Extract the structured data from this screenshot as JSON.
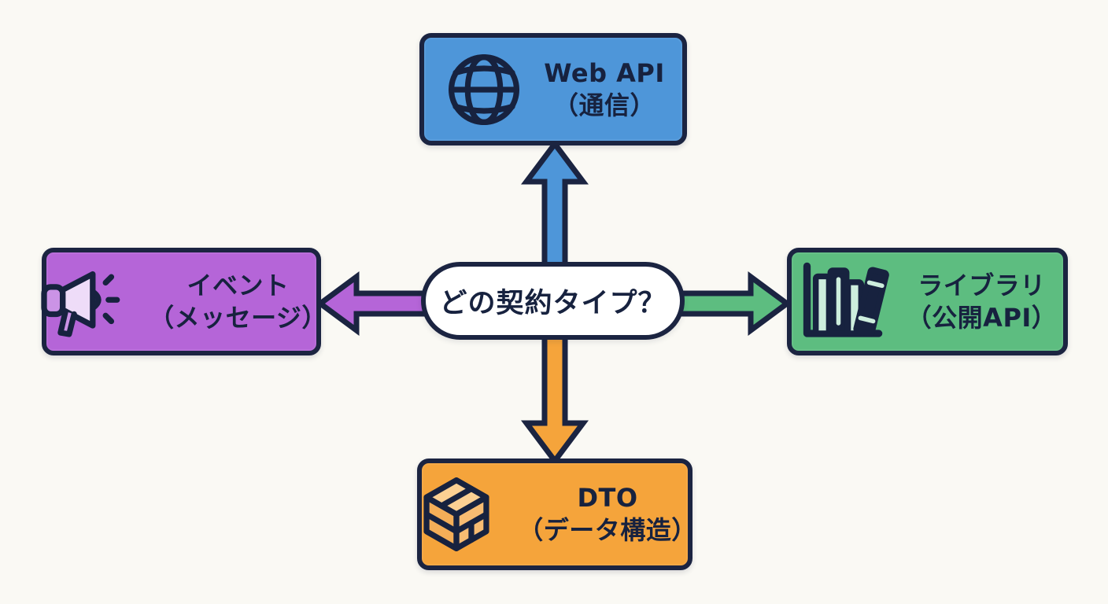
{
  "diagram": {
    "background_color": "#faf9f4",
    "outline_color": "#1b2441",
    "text_color": "#17223f",
    "center": {
      "label": "どの契約タイプ？",
      "fill": "#ffffff"
    },
    "nodes": [
      {
        "id": "web-api",
        "position": "top",
        "line1": "Web API",
        "line2": "（通信）",
        "fill": "#4e96d9",
        "icon": "globe-icon"
      },
      {
        "id": "event",
        "position": "left",
        "line1": "イベント",
        "line2": "（メッセージ）",
        "fill": "#b565d8",
        "icon": "megaphone-icon"
      },
      {
        "id": "library",
        "position": "right",
        "line1": "ライブラリ",
        "line2": "（公開API）",
        "fill": "#5dbd80",
        "icon": "books-icon"
      },
      {
        "id": "dto",
        "position": "bottom",
        "line1": "DTO",
        "line2": "（データ構造）",
        "fill": "#f5a43b",
        "icon": "cube-icon"
      }
    ]
  }
}
